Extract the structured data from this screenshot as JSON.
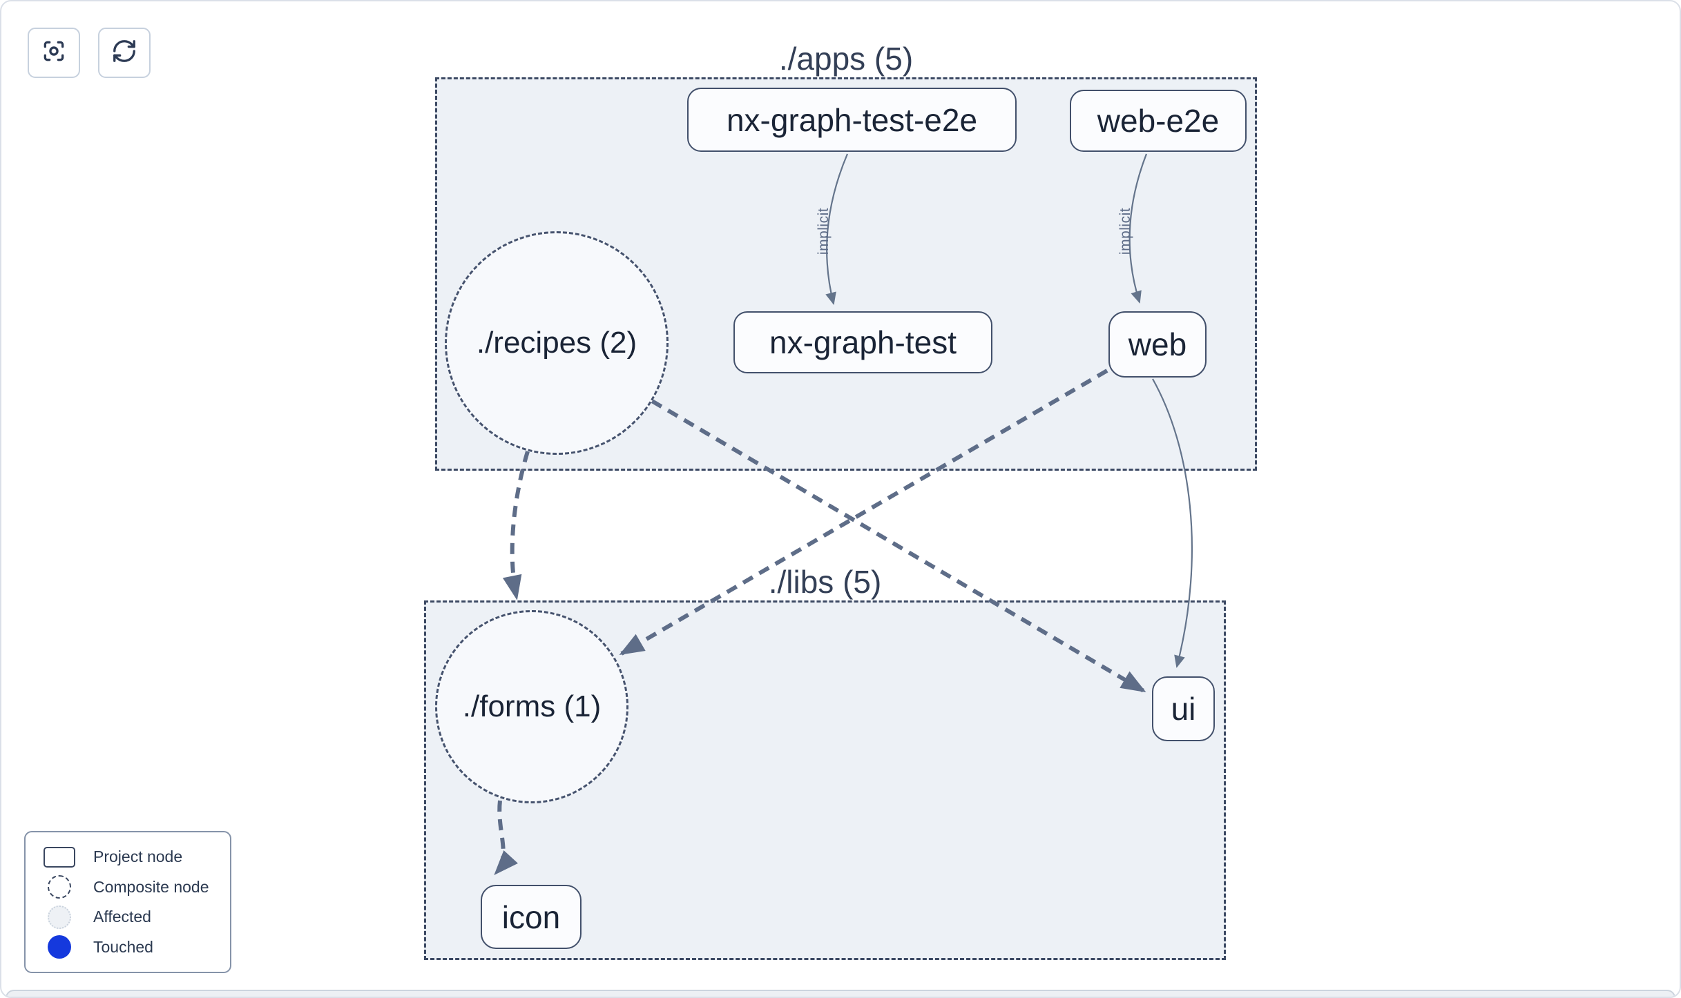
{
  "toolbar": {
    "buttons": [
      {
        "name": "center-graph",
        "icon": "focus-icon"
      },
      {
        "name": "refresh-graph",
        "icon": "refresh-icon"
      }
    ]
  },
  "clusters": [
    {
      "id": "apps",
      "label": "./apps (5)"
    },
    {
      "id": "libs",
      "label": "./libs (5)"
    }
  ],
  "nodes": [
    {
      "id": "nx-graph-test-e2e",
      "label": "nx-graph-test-e2e",
      "type": "project"
    },
    {
      "id": "web-e2e",
      "label": "web-e2e",
      "type": "project"
    },
    {
      "id": "recipes",
      "label": "./recipes (2)",
      "type": "composite"
    },
    {
      "id": "nx-graph-test",
      "label": "nx-graph-test",
      "type": "project"
    },
    {
      "id": "web",
      "label": "web",
      "type": "project"
    },
    {
      "id": "forms",
      "label": "./forms (1)",
      "type": "composite"
    },
    {
      "id": "ui",
      "label": "ui",
      "type": "project"
    },
    {
      "id": "icon",
      "label": "icon",
      "type": "project"
    }
  ],
  "edges": [
    {
      "from": "nx-graph-test-e2e",
      "to": "nx-graph-test",
      "label": "implicit",
      "style": "solid-thin"
    },
    {
      "from": "web-e2e",
      "to": "web",
      "label": "implicit",
      "style": "solid-thin"
    },
    {
      "from": "recipes",
      "to": "forms",
      "style": "dashed-thick"
    },
    {
      "from": "recipes",
      "to": "ui",
      "style": "dashed-thick"
    },
    {
      "from": "web",
      "to": "forms",
      "style": "dashed-thick"
    },
    {
      "from": "web",
      "to": "ui",
      "style": "solid-thin"
    },
    {
      "from": "forms",
      "to": "icon",
      "style": "dashed-thick"
    }
  ],
  "legend": {
    "items": [
      {
        "label": "Project node",
        "swatch": "project-rect"
      },
      {
        "label": "Composite node",
        "swatch": "composite-circle"
      },
      {
        "label": "Affected",
        "swatch": "affected-circle"
      },
      {
        "label": "Touched",
        "swatch": "touched-circle"
      }
    ]
  },
  "colors": {
    "touched_blue": "#1539dd",
    "affected_fill": "#eef1f5",
    "cluster_fill": "#edf1f6",
    "cluster_border": "#3c4963",
    "node_border": "#42506b",
    "node_text": "#1a2436",
    "edge_thin": "#64748b",
    "edge_thick": "#5e6d88"
  }
}
